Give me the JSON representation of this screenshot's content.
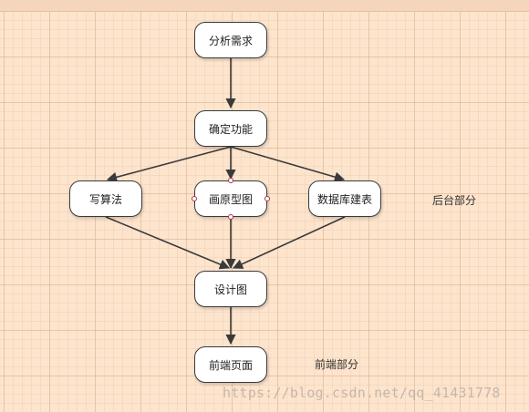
{
  "nodes": {
    "analyze": "分析需求",
    "confirm": "确定功能",
    "algorithm": "写算法",
    "prototype": "画原型图",
    "database": "数据库建表",
    "design": "设计图",
    "frontend": "前端页面"
  },
  "labels": {
    "backend": "后台部分",
    "frontend": "前端部分"
  },
  "watermark": "https://blog.csdn.net/qq_41431778",
  "colors": {
    "background": "#fde4cd",
    "edge": "#3a3a3a",
    "node_fill": "#ffffff"
  }
}
